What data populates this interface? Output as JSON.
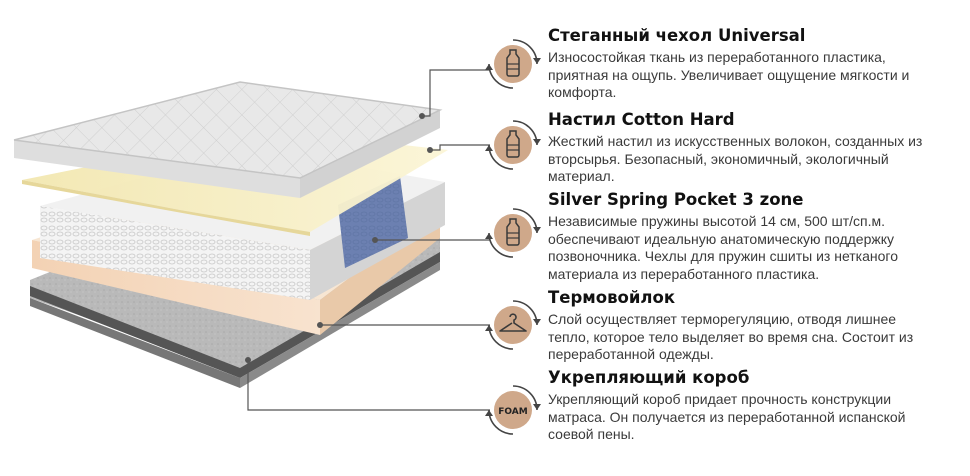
{
  "layers": [
    {
      "title": "Стеганный чехол Universal",
      "lines": [
        "Износостойкая ткань из переработанного пластика,",
        "приятная на ощупь. Увеличивает ощущение мягкости и",
        "комфорта."
      ],
      "icon": "recycled-bottle-icon"
    },
    {
      "title": "Настил Cotton Hard",
      "lines": [
        "Жесткий настил из искусственных волокон, созданных из",
        "вторсырья. Безопасный, экономичный, экологичный",
        "материал."
      ],
      "icon": "recycled-bottle-icon"
    },
    {
      "title": "Silver Spring Pocket 3 zone",
      "lines": [
        "Независимые пружины высотой 14 см, 500 шт/сп.м.",
        "обеспечивают идеальную анатомическую поддержку",
        "позвоночника. Чехлы для пружин сшиты из нетканого",
        "материала из переработанного пластика."
      ],
      "icon": "recycled-bottle-icon"
    },
    {
      "title": "Термовойлок",
      "lines": [
        "Слой осуществляет терморегуляцию, отводя лишнее",
        "тепло, которое тело выделяет во время сна. Состоит из",
        "переработанной одежды."
      ],
      "icon": "clothes-hanger-icon"
    },
    {
      "title": "Укрепляющий короб",
      "lines": [
        "Укрепляющий короб придает прочность конструкции",
        "матраса. Он получается из переработанной испанской",
        "соевой пены."
      ],
      "icon": "foam-icon",
      "icon_text": "FOAM"
    }
  ],
  "colors": {
    "badge": "#cfa88a",
    "accent_text": "#111111",
    "body_text": "#3a3a3a",
    "leader_line": "#555555",
    "latex": "#f8efbd",
    "springs_zone": "#3e5a9a",
    "foam": "#f5dcc3"
  }
}
